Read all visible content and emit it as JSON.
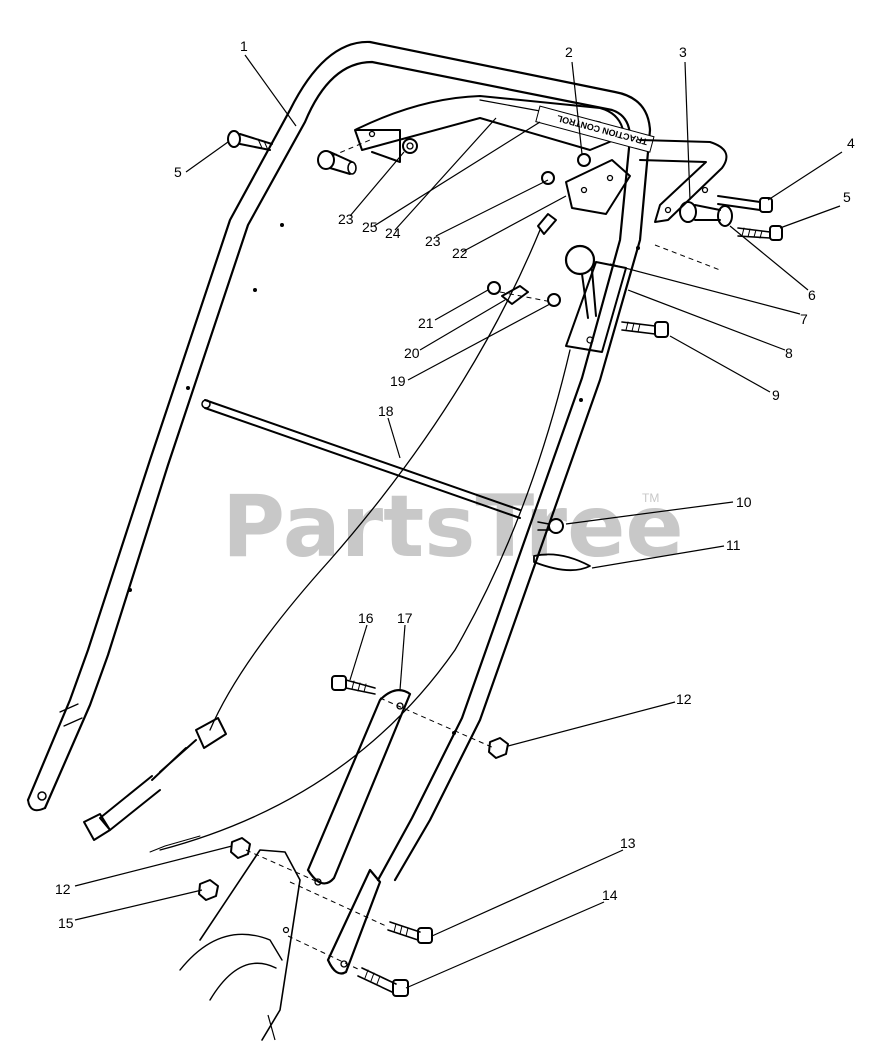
{
  "diagram": {
    "decal_text": "TRACTION CONTROL",
    "watermark": "PartsTree",
    "trademark": "TM",
    "callouts": [
      "1",
      "2",
      "3",
      "4",
      "5",
      "5",
      "6",
      "7",
      "8",
      "9",
      "10",
      "11",
      "12",
      "12",
      "13",
      "14",
      "15",
      "16",
      "17",
      "18",
      "19",
      "20",
      "21",
      "22",
      "23",
      "23",
      "24",
      "25"
    ]
  }
}
